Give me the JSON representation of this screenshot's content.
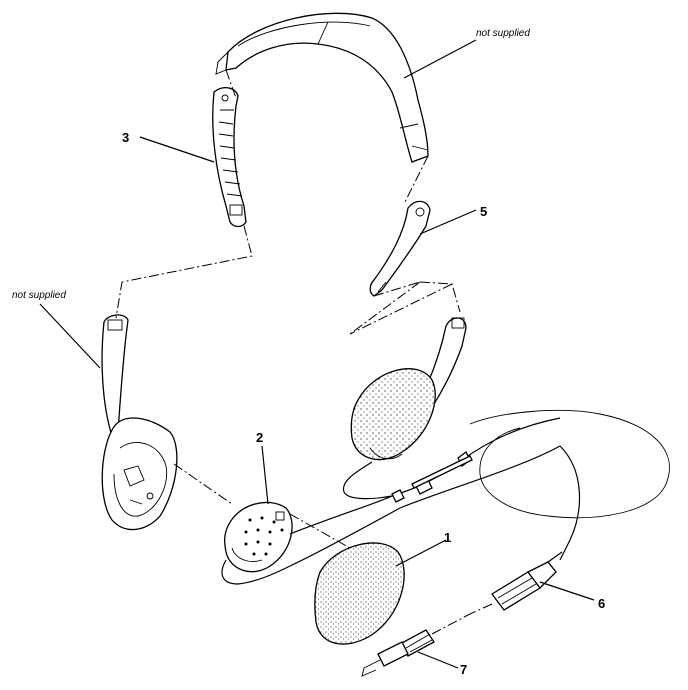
{
  "diagram": {
    "callouts": {
      "c1": "1",
      "c2": "2",
      "c3": "3",
      "c5": "5",
      "c6": "6",
      "c7": "7"
    },
    "notes": {
      "top_right": "not supplied",
      "left": "not supplied"
    }
  }
}
